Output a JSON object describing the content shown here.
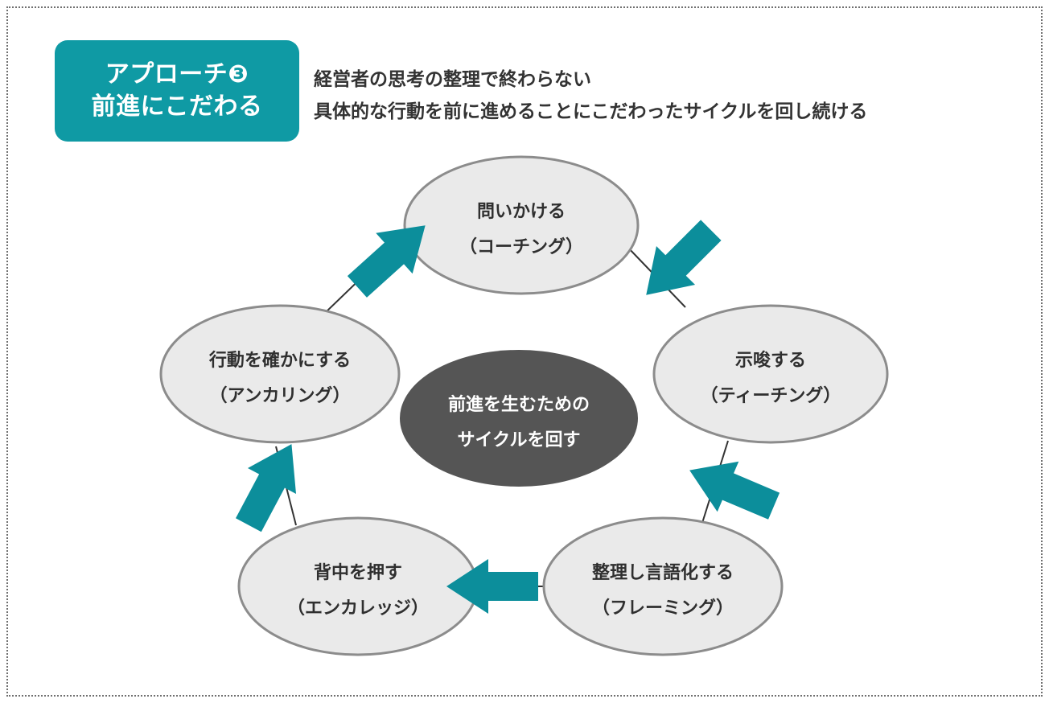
{
  "badge": {
    "line1": "アプローチ❸",
    "line2": "前進にこだわる",
    "color": "#0f9aa4"
  },
  "header": {
    "line1": "経営者の思考の整理で終わらない",
    "line2": "具体的な行動を前に進めることにこだわったサイクルを回し続ける"
  },
  "diagram": {
    "center": {
      "line1": "前進を生むための",
      "line2": "サイクルを回す",
      "fill": "#555555",
      "text_color": "#ffffff"
    },
    "node_fill": "#eaeaea",
    "node_stroke": "#8c8c8c",
    "arrow_color": "#0c8e9b",
    "connector_color": "#333333",
    "nodes": [
      {
        "id": "coaching",
        "line1": "問いかける",
        "line2": "（コーチング）"
      },
      {
        "id": "teaching",
        "line1": "示唆する",
        "line2": "（ティーチング）"
      },
      {
        "id": "framing",
        "line1": "整理し言語化する",
        "line2": "（フレーミング）"
      },
      {
        "id": "encourage",
        "line1": "背中を押す",
        "line2": "（エンカレッジ）"
      },
      {
        "id": "anchoring",
        "line1": "行動を確かにする",
        "line2": "（アンカリング）"
      }
    ],
    "arrows": [
      {
        "id": "coaching-to-teaching",
        "from": "coaching",
        "to": "teaching"
      },
      {
        "id": "teaching-to-framing",
        "from": "teaching",
        "to": "framing"
      },
      {
        "id": "framing-to-encourage",
        "from": "framing",
        "to": "encourage"
      },
      {
        "id": "encourage-to-anchoring",
        "from": "encourage",
        "to": "anchoring"
      },
      {
        "id": "anchoring-to-coaching",
        "from": "anchoring",
        "to": "coaching"
      }
    ]
  }
}
